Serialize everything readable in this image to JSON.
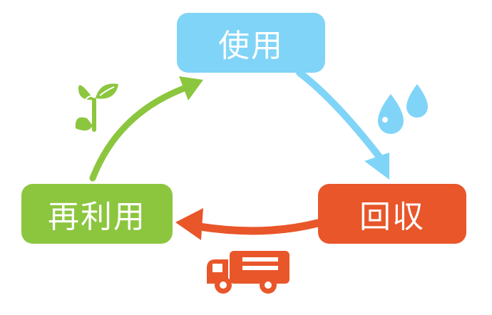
{
  "nodes": {
    "use": {
      "label": "使用",
      "color": "#80d4f7"
    },
    "recover": {
      "label": "回収",
      "color": "#e8562a"
    },
    "reuse": {
      "label": "再利用",
      "color": "#8cc63f"
    }
  },
  "icons": {
    "water_drops": {
      "name": "water-drops-icon",
      "color": "#80d4f7"
    },
    "sprout": {
      "name": "sprout-icon",
      "color": "#8cc63f"
    },
    "truck": {
      "name": "truck-icon",
      "color": "#e8562a"
    }
  },
  "arrows": {
    "use_to_recover": {
      "color": "#80d4f7"
    },
    "recover_to_reuse": {
      "color": "#e8562a"
    },
    "reuse_to_use": {
      "color": "#8cc63f"
    }
  }
}
